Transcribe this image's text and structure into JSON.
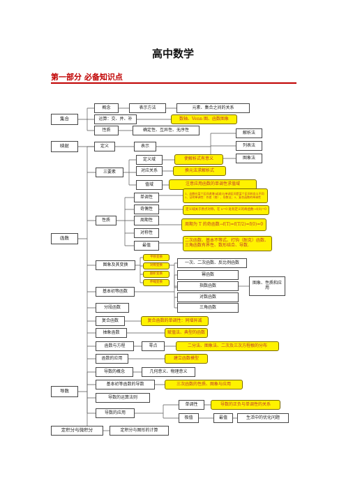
{
  "title": "高中数学",
  "section": "第一部分  必备知识点",
  "boxes": {
    "jihe": "集合",
    "gainian": "概念",
    "biaoshi_fangfa": "表示方法",
    "yuansu": "元素、集合之间的关系",
    "yunsuan": "运算：交、并、补",
    "venn": "数轴、Venn 图、函数图象",
    "xingzhi_jihe": "性质",
    "queding": "确定性、互异性、无序性",
    "jiexifa": "解析法",
    "liebiaofa": "列表法",
    "tuxiangfa": "图象法",
    "yingshe": "映射",
    "dingyi": "定义",
    "biaoshi": "表示",
    "dingyiyu": "定义域",
    "dingyiyu_note": "使解析式有意义",
    "sanyaosu": "三要素",
    "duiying": "对应关系",
    "duiying_note": "换元法求解析式",
    "zhiyu": "值域",
    "zhiyu_note": "注意应用函数的单调性求值域",
    "dandiao": "单调性",
    "dandiao_note": "1、函数在某个区间递增(或减)与单调区间是某个区间的含义不同  2、证明单调性：作差（商）、导数法；3、复合函数的单调性",
    "jiou": "奇偶性",
    "jiou_note": "定义域关于原点对称，在 x=0 处有定义的奇函数→f(0)=0",
    "xingzhi": "性质",
    "zhouqi": "周期性",
    "zhouqi_note": "周期为 T 的奇函数→f(T)=f(T/2)=f(0)=0",
    "duichen": "对称性",
    "zuizhi": "最值",
    "zuizhi_note": "二次函数、基本不等式、打钩（耐克）函数、三角函数有界性、数形结合、导数.",
    "hanshu": "函数",
    "tuxiang": "图象及其变换",
    "pingyi": "平移变换",
    "duichen_bh": "对称变换",
    "fanzhe": "翻折变换",
    "shensuo": "伸缩变换",
    "yici": "一次、二次函数、反比例函数",
    "mi": "幂函数",
    "zhishu": "指数函数",
    "duishu": "对数函数",
    "sanjiao": "三角函数",
    "tuxiang_xingzhi": "图象、性质和应用",
    "jiben": "基本初等函数",
    "fenduan": "分段函数",
    "fuhe": "复合函数",
    "fuhe_note": "复合函数的单调性：同增异减",
    "chouxiang": "抽象函数",
    "chouxiang_note": "赋值法、典型的函数",
    "fangcheng": "函数与方程",
    "lingdian": "零点",
    "lingdian_note": "二分法、图象法、二次及三次方程根的分布",
    "yingyong": "函数的应用",
    "yingyong_note": "建立函数模型",
    "daoshu": "导数",
    "dgainian": "导数的概念",
    "jihe_yiyi": "几何意义、物理意义",
    "jiben_dao": "基本初等函数的导数",
    "sanci": "三次函数的性质、图象与应用",
    "yunsuan_fz": "导数的运算法则",
    "dyingyong": "导数的应用",
    "ddandiao": "单调性",
    "ddandiao_note": "导数的正负与单调性的关系",
    "jizhi": "极值",
    "zuizhi2": "最值",
    "youhua": "生活中的优化问题",
    "dingjifen": "定积分与微积分",
    "dingjifen_app": "定积分与图形的计算"
  },
  "colors": {
    "highlight": "#fff200",
    "red_text": "#c0392b",
    "section_red": "#c00000"
  }
}
